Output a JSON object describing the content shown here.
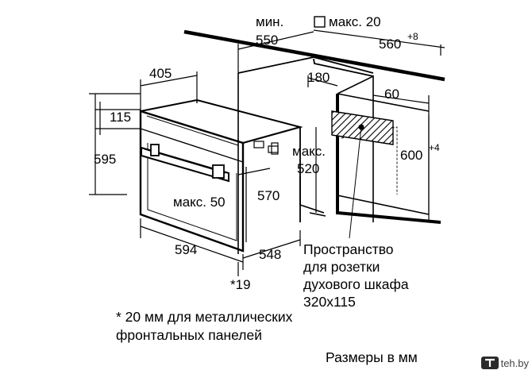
{
  "dimensions": {
    "min_label": "мин.",
    "min_value": "550",
    "max20_label": "макс. 20",
    "width_560": "560",
    "width_560_sup": "+8",
    "d405": "405",
    "d180": "180",
    "d60": "60",
    "d115": "115",
    "d595": "595",
    "max520_label": "макс.",
    "max520_value": "520",
    "d600": "600",
    "d600_sup": "+4",
    "max50": "макс. 50",
    "d570": "570",
    "d594": "594",
    "d548": "548",
    "star19": "*19"
  },
  "notes": {
    "socket_line1": "Пространство",
    "socket_line2": "для розетки",
    "socket_line3": "духового шкафа",
    "socket_line4": "320x115",
    "footnote_line1": "* 20 мм для металлических",
    "footnote_line2": "фронтальных панелей",
    "units": "Размеры в мм"
  },
  "watermark": {
    "text": "teh.by"
  }
}
